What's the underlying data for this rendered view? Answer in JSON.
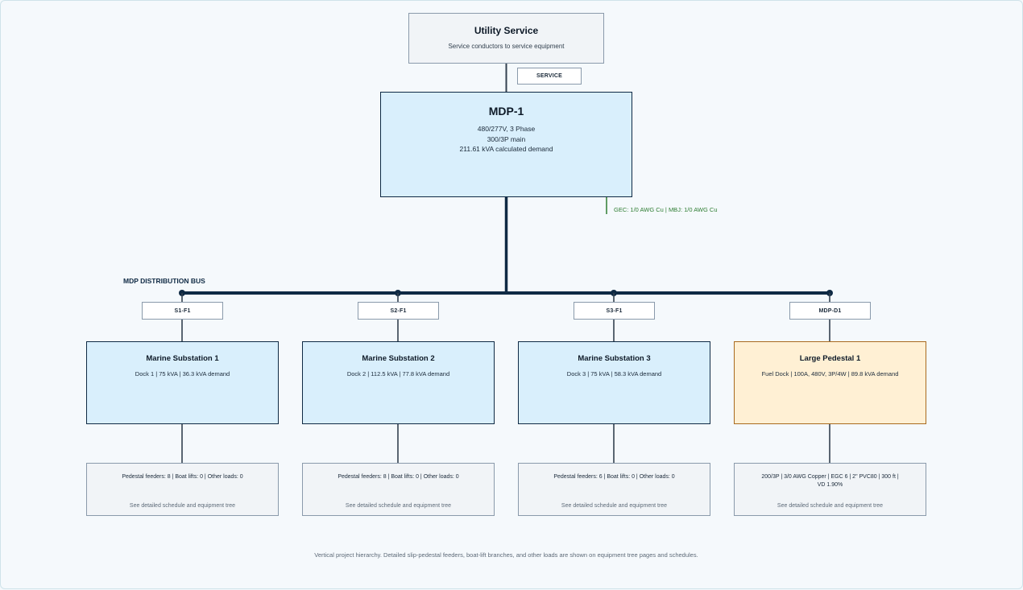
{
  "utility": {
    "title": "Utility Service",
    "subtitle": "Service conductors to service equipment"
  },
  "service_tag": "SERVICE",
  "mdp": {
    "title": "MDP-1",
    "line1": "480/277V, 3 Phase",
    "line2": "300/3P main",
    "line3": "211.61 kVA calculated demand"
  },
  "gec_label": "GEC: 1/0 AWG Cu | MBJ: 1/0 AWG Cu",
  "bus_label": "MDP DISTRIBUTION BUS",
  "branches": [
    {
      "tag": "S1-F1",
      "title": "Marine Substation 1",
      "subtitle": "Dock 1 | 75 kVA | 36.3 kVA demand",
      "note": "Pedestal feeders: 8 | Boat lifts: 0 | Other loads: 0",
      "more": "See detailed schedule and equipment tree"
    },
    {
      "tag": "S2-F1",
      "title": "Marine Substation 2",
      "subtitle": "Dock 2 | 112.5 kVA | 77.8 kVA demand",
      "note": "Pedestal feeders: 8 | Boat lifts: 0 | Other loads: 0",
      "more": "See detailed schedule and equipment tree"
    },
    {
      "tag": "S3-F1",
      "title": "Marine Substation 3",
      "subtitle": "Dock 3 | 75 kVA | 58.3 kVA demand",
      "note": "Pedestal feeders: 6 | Boat lifts: 0 | Other loads: 0",
      "more": "See detailed schedule and equipment tree"
    },
    {
      "tag": "MDP-D1",
      "title": "Large Pedestal 1",
      "subtitle": "Fuel Dock | 100A, 480V, 3P/4W | 89.8 kVA demand",
      "note": "200/3P | 3/0 AWG Copper | EGC 6 | 2\" PVC80 | 300 ft | VD 1.90%",
      "more": "See detailed schedule and equipment tree"
    }
  ],
  "footer": "Vertical project hierarchy. Detailed slip-pedestal feeders, boat-lift branches, and other loads are shown on equipment tree pages and schedules.",
  "colors": {
    "bus": "#0f2a44",
    "substation_fill": "#d9effc",
    "pedestal_fill": "#fff0d4",
    "pedestal_border": "#a96a1e",
    "grounding": "#2e7d32"
  }
}
